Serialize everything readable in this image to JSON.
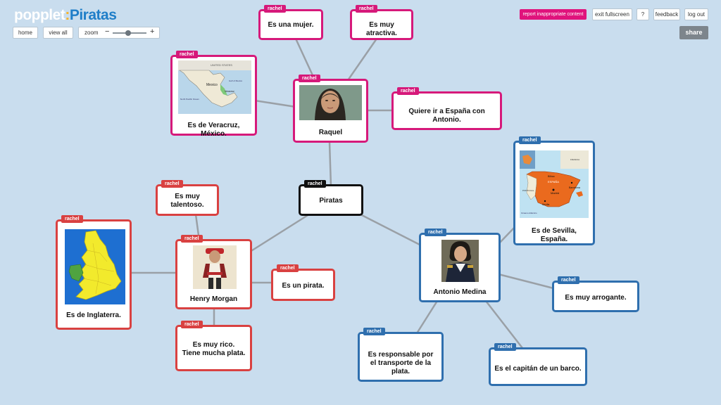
{
  "header": {
    "app_name": "popplet",
    "separator": ":",
    "board_title": "Piratas",
    "home_label": "home",
    "view_all_label": "view all",
    "zoom_label": "zoom",
    "zoom_minus": "−",
    "zoom_plus": "+",
    "zoom_level": 0.55,
    "report_label": "report inappropriate content",
    "exit_fullscreen_label": "exit fullscreen",
    "help_label": "?",
    "feedback_label": "feedback",
    "logout_label": "log out",
    "share_label": "share"
  },
  "colors": {
    "background": "#c9ddee",
    "pink": "#d6197a",
    "red": "#d94141",
    "blue": "#2f6fae",
    "black": "#111111",
    "report_button": "#e0137c"
  },
  "nodes": {
    "center": {
      "author": "rachel",
      "text": "Piratas"
    },
    "raquel": {
      "author": "rachel",
      "text": "Raquel",
      "image": "woman-portrait"
    },
    "es_una_mujer": {
      "author": "rachel",
      "text": "Es una mujer."
    },
    "es_muy_atractiva": {
      "author": "rachel",
      "text": "Es muy atractiva."
    },
    "veracruz": {
      "author": "rachel",
      "text": "Es de Veracruz, México.",
      "image": "mexico-map",
      "map_labels": {
        "country": "Mexico",
        "state": "Veracruz",
        "top": "UNITED STATES",
        "left": "North Pacific Ocean",
        "right": "Gulf of Mexico"
      }
    },
    "quiere_ir": {
      "author": "rachel",
      "text": "Quiere ir a España con Antonio."
    },
    "antonio": {
      "author": "rachel",
      "text": "Antonio Medina",
      "image": "officer-portrait"
    },
    "sevilla": {
      "author": "rachel",
      "text": "Es de Sevilla, España.",
      "image": "spain-map",
      "map_labels": {
        "country": "ESPAÑA",
        "capital": "Madrid",
        "city1": "Bilbao",
        "city2": "Barcelona",
        "city3": "Sevilla",
        "left": "PORTUGAL",
        "top": "FRANCIA",
        "bottom": "Océano Atlántico"
      }
    },
    "arrogante": {
      "author": "rachel",
      "text": "Es muy arrogante."
    },
    "responsable": {
      "author": "rachel",
      "text": "Es responsable por el transporte de la plata."
    },
    "capitan": {
      "author": "rachel",
      "text": "Es el capitán de un barco."
    },
    "henry": {
      "author": "rachel",
      "text": "Henry Morgan",
      "image": "pirate-portrait"
    },
    "talentoso": {
      "author": "rachel",
      "text": "Es muy\ntalentoso."
    },
    "inglaterra": {
      "author": "rachel",
      "text": "Es de Inglaterra.",
      "image": "england-map"
    },
    "pirata": {
      "author": "rachel",
      "text": "Es un pirata."
    },
    "rico": {
      "author": "rachel",
      "text": "Es muy rico.\nTiene mucha plata."
    }
  }
}
